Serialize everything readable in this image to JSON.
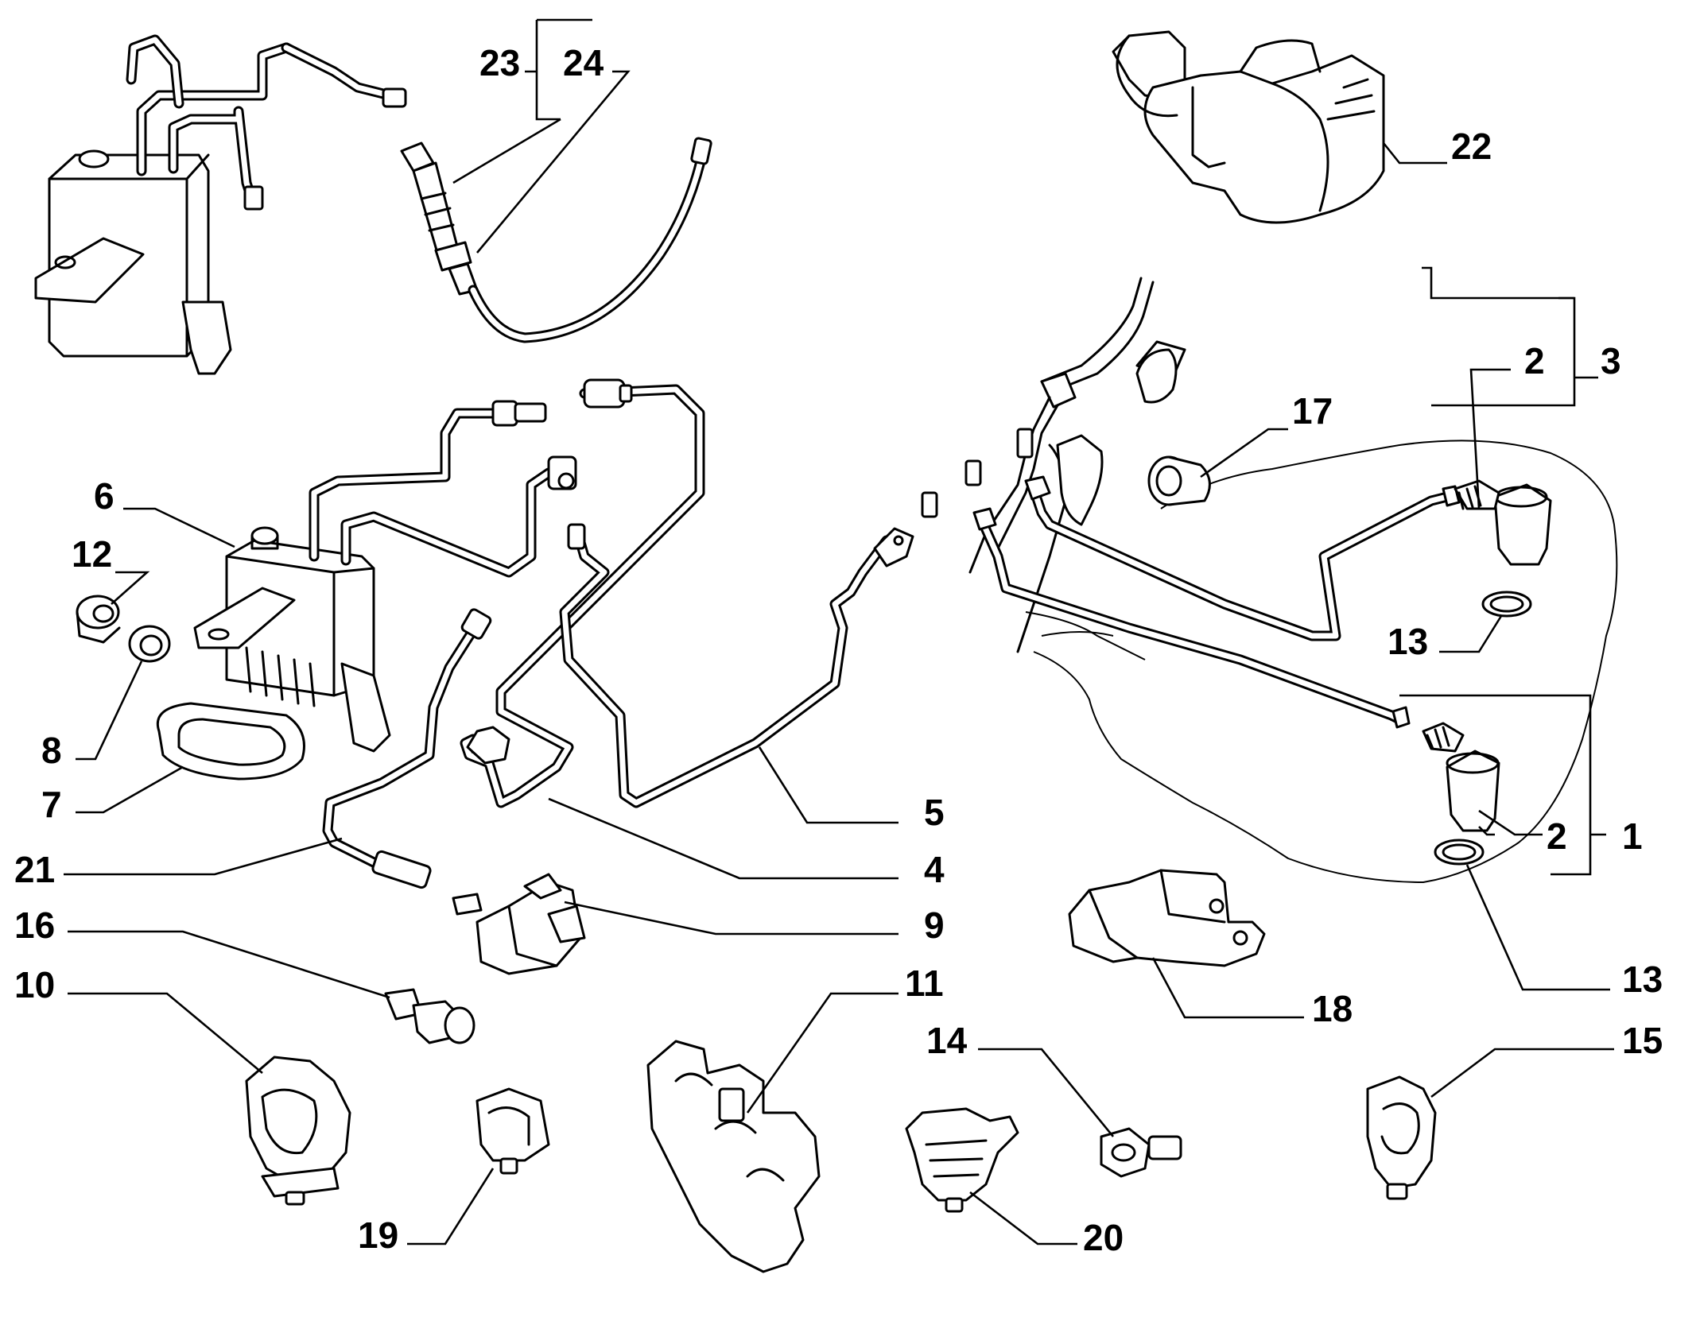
{
  "diagram": {
    "callouts": [
      {
        "id": "c1",
        "text": "1"
      },
      {
        "id": "c2a",
        "text": "2"
      },
      {
        "id": "c2b",
        "text": "2"
      },
      {
        "id": "c3",
        "text": "3"
      },
      {
        "id": "c4",
        "text": "4"
      },
      {
        "id": "c5",
        "text": "5"
      },
      {
        "id": "c6",
        "text": "6"
      },
      {
        "id": "c7",
        "text": "7"
      },
      {
        "id": "c8",
        "text": "8"
      },
      {
        "id": "c9",
        "text": "9"
      },
      {
        "id": "c10",
        "text": "10"
      },
      {
        "id": "c11",
        "text": "11"
      },
      {
        "id": "c12",
        "text": "12"
      },
      {
        "id": "c13a",
        "text": "13"
      },
      {
        "id": "c13b",
        "text": "13"
      },
      {
        "id": "c14",
        "text": "14"
      },
      {
        "id": "c15",
        "text": "15"
      },
      {
        "id": "c16",
        "text": "16"
      },
      {
        "id": "c17",
        "text": "17"
      },
      {
        "id": "c18",
        "text": "18"
      },
      {
        "id": "c19",
        "text": "19"
      },
      {
        "id": "c20",
        "text": "20"
      },
      {
        "id": "c21",
        "text": "21"
      },
      {
        "id": "c22",
        "text": "22"
      },
      {
        "id": "c23",
        "text": "23"
      },
      {
        "id": "c24",
        "text": "24"
      }
    ]
  }
}
